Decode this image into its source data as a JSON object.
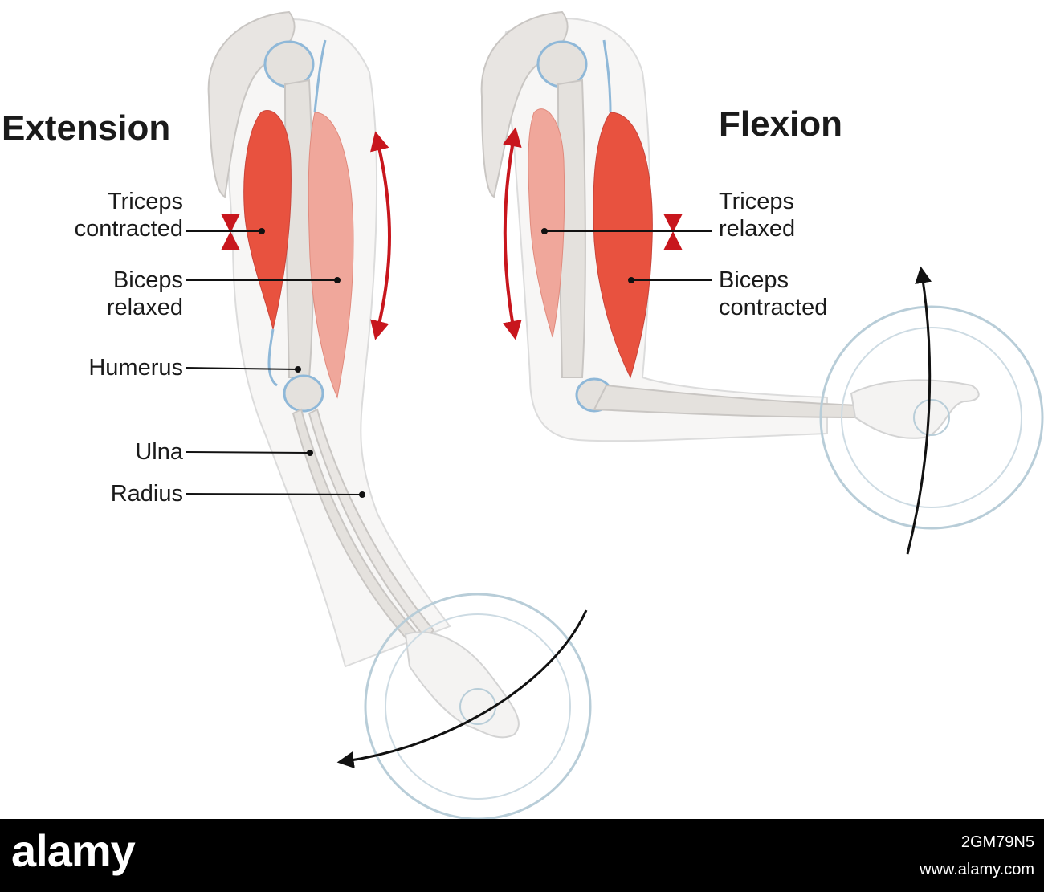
{
  "panels": {
    "extension": {
      "title": "Extension",
      "triceps": [
        "Triceps",
        "contracted"
      ],
      "biceps": [
        "Biceps",
        "relaxed"
      ],
      "humerus": "Humerus",
      "ulna": "Ulna",
      "radius": "Radius"
    },
    "flexion": {
      "title": "Flexion",
      "triceps": [
        "Triceps",
        "relaxed"
      ],
      "biceps": [
        "Biceps",
        "contracted"
      ]
    }
  },
  "footer": {
    "logo": "alamy",
    "image_id": "2GM79N5",
    "site": "www.alamy.com"
  },
  "colors": {
    "muscle": "#e8523f",
    "muscle_relaxed": "#f0a79b",
    "bone": "#e4e1dd",
    "tendon": "#8fb8d8",
    "arrow_red": "#c8161d",
    "weight": "#b8cdd8"
  }
}
